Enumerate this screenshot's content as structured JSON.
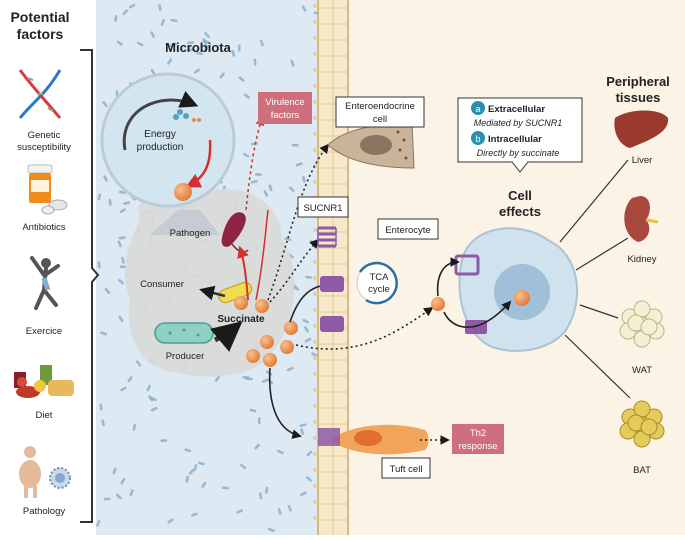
{
  "left_panel": {
    "title_line1": "Potential",
    "title_line2": "factors",
    "items": [
      {
        "label_line1": "Genetic",
        "label_line2": "susceptibility",
        "icon": "dna-icon"
      },
      {
        "label_line1": "Antibiotics",
        "label_line2": "",
        "icon": "pill-bottle-icon"
      },
      {
        "label_line1": "Exercice",
        "label_line2": "",
        "icon": "exercise-figure-icon"
      },
      {
        "label_line1": "Diet",
        "label_line2": "",
        "icon": "food-icon"
      },
      {
        "label_line1": "Pathology",
        "label_line2": "",
        "icon": "body-virus-icon"
      }
    ]
  },
  "microbiota": {
    "title": "Microbiota",
    "energy_line1": "Energy",
    "energy_line2": "production",
    "pathogen": "Pathogen",
    "consumer": "Consumer",
    "producer": "Producer",
    "succinate": "Succinate",
    "virulence_line1": "Virulence",
    "virulence_line2": "factors"
  },
  "epithelium": {
    "enteroendocrine_line1": "Enteroendocrine",
    "enteroendocrine_line2": "cell",
    "sucnr1": "SUCNR1",
    "enterocyte": "Enterocyte",
    "tca_line1": "TCA",
    "tca_line2": "cycle",
    "tuft": "Tuft cell",
    "th2_line1": "Th2",
    "th2_line2": "response"
  },
  "cell_effects": {
    "title_line1": "Cell",
    "title_line2": "effects",
    "a_badge": "a",
    "a_title": "Extracellular",
    "a_sub": "Mediated by SUCNR1",
    "b_badge": "b",
    "b_title": "Intracellular",
    "b_sub": "Directly by succinate"
  },
  "peripheral": {
    "title_line1": "Peripheral",
    "title_line2": "tissues",
    "tissues": [
      {
        "label": "Liver",
        "icon": "liver-icon"
      },
      {
        "label": "Kidney",
        "icon": "kidney-icon"
      },
      {
        "label": "WAT",
        "icon": "white-adipose-icon"
      },
      {
        "label": "BAT",
        "icon": "brown-adipose-icon"
      }
    ]
  },
  "colors": {
    "lumen_bg": "#dde9f3",
    "right_bg": "#fbf3e6",
    "succinate": "#ec8a4a",
    "receptor": "#8e5aa6",
    "pink_box": "#cf6f7e",
    "teal_badge": "#2b8fb0"
  }
}
